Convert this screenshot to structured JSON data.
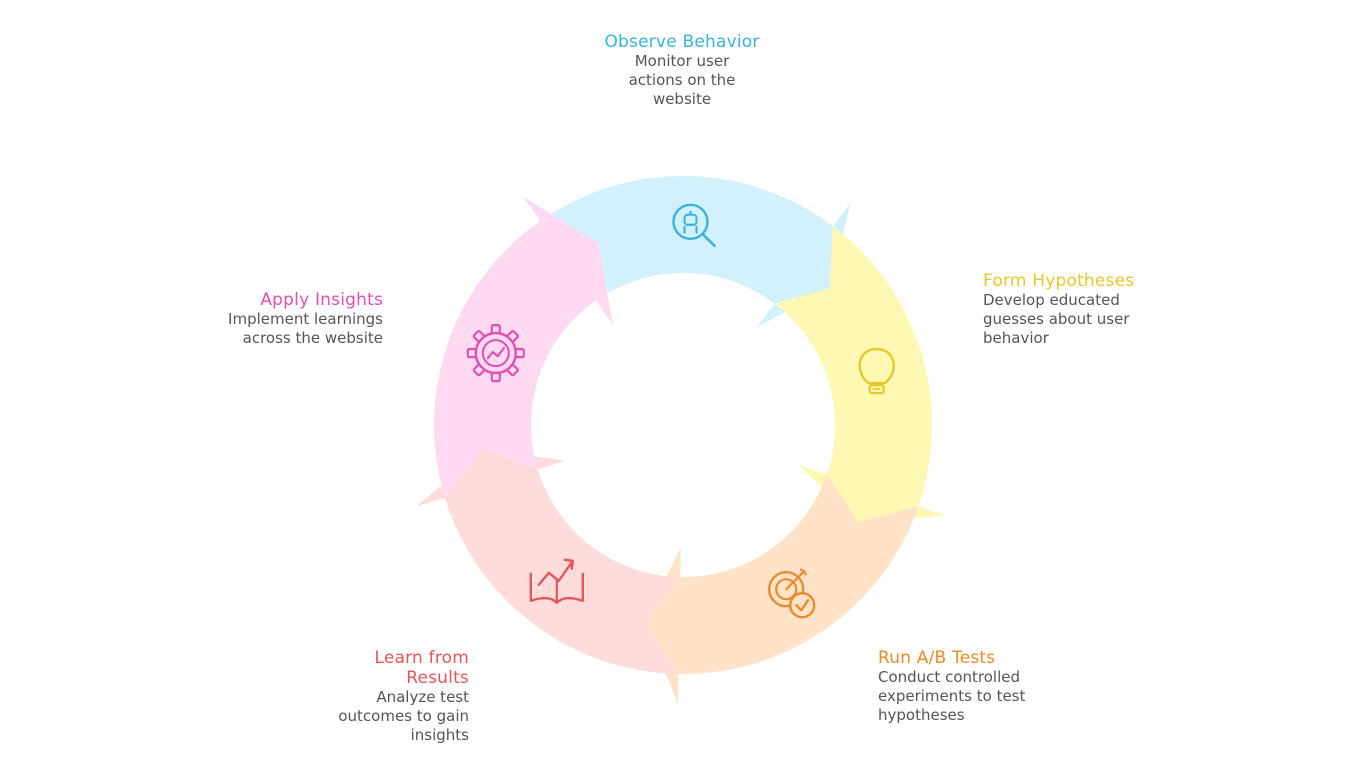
{
  "steps": [
    {
      "title": "Observe Behavior",
      "desc": "Monitor user actions on the website",
      "color": "#37b3dd",
      "fill": "#d3f1fc",
      "icon": "search-robot-icon"
    },
    {
      "title": "Form Hypotheses",
      "desc": "Develop educated guesses about user behavior",
      "color": "#e8c72a",
      "fill": "#fff7b4",
      "icon": "lightbulb-icon"
    },
    {
      "title": "Run A/B Tests",
      "desc": "Conduct controlled experiments to test hypotheses",
      "color": "#ea8a2c",
      "fill": "#ffe3c8",
      "icon": "target-check-icon"
    },
    {
      "title": "Learn from Results",
      "desc": "Analyze test outcomes to gain insights",
      "color": "#e5565a",
      "fill": "#ffdcdc",
      "icon": "book-chart-icon"
    },
    {
      "title": "Apply Insights",
      "desc": "Implement learnings across the website",
      "color": "#e04fb4",
      "fill": "#fddaf1",
      "icon": "gear-chart-icon"
    }
  ]
}
